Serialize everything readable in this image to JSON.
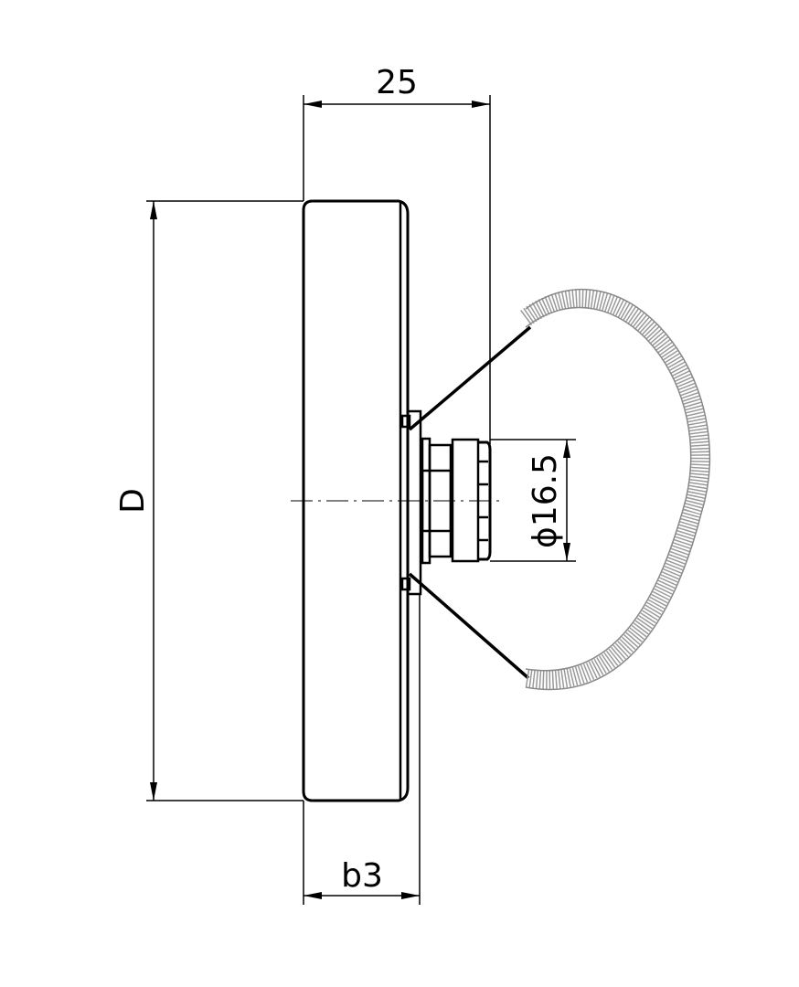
{
  "dimensions": {
    "width_overall": "25",
    "diameter": "D",
    "case_depth": "b3",
    "stem_diameter": "ϕ16.5"
  },
  "colors": {
    "line": "#000000",
    "spring": "#9a9a9a"
  }
}
